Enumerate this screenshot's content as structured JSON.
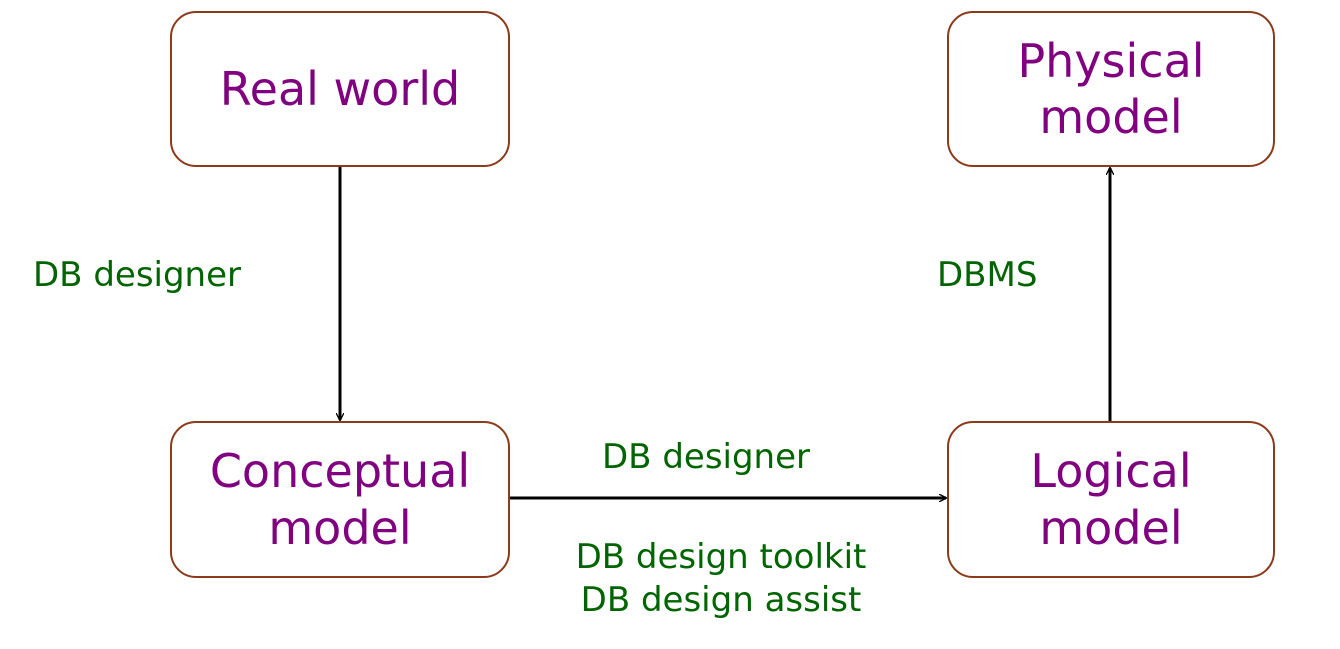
{
  "diagram": {
    "nodes": {
      "real_world": "Real world",
      "physical_model": "Physical\nmodel",
      "conceptual_model": "Conceptual\nmodel",
      "logical_model": "Logical\nmodel"
    },
    "edges": {
      "real_to_conceptual": "DB designer",
      "conceptual_to_logical_top": "DB designer",
      "conceptual_to_logical_bottom": "DB design toolkit\nDB design assist",
      "logical_to_physical": "DBMS"
    },
    "colors": {
      "node_border": "#8b3a1a",
      "node_text": "#800080",
      "edge_label": "#006400",
      "arrow": "#000000"
    }
  }
}
